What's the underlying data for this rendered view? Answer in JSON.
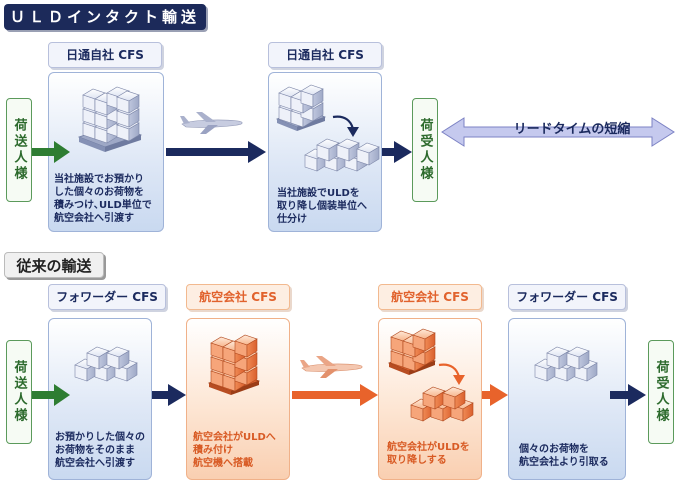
{
  "titles": {
    "uld": "ＵＬＤインタクト輸送",
    "conventional": "従来の輸送"
  },
  "top": {
    "cfs1": "日通自社 CFS",
    "cfs2": "日通自社 CFS",
    "sender": "荷送人様",
    "receiver": "荷受人様",
    "box1_text": [
      "当社施設でお預かり",
      "した個々のお荷物を",
      "積みつけ､ULD単位で",
      "航空会社へ引渡す"
    ],
    "box2_text": [
      "当社施設でULDを",
      "取り降し個装単位へ",
      "仕分け"
    ],
    "lead_time": "リードタイムの短縮"
  },
  "bottom": {
    "cfs1": "フォワーダー CFS",
    "cfs2": "航空会社 CFS",
    "cfs3": "航空会社 CFS",
    "cfs4": "フォワーダー CFS",
    "sender": "荷送人様",
    "receiver": "荷受人様",
    "box1_text": [
      "お預かりした個々の",
      "お荷物をそのまま",
      "航空会社へ引渡す"
    ],
    "box2_text": [
      "航空会社がULDへ",
      "積み付け",
      "航空機へ搭載"
    ],
    "box3_text": [
      "航空会社がULDを",
      "取り降しする"
    ],
    "box4_text": [
      "個々のお荷物を",
      "航空会社より引取る"
    ]
  },
  "colors": {
    "navy": "#1b2a5e",
    "green": "#2e7d32",
    "orange": "#e8632b",
    "lead_arrow": "#b9bde6"
  },
  "icons": [
    "airplane-icon",
    "pallet-cargo-icon",
    "loose-cargo-icon"
  ]
}
